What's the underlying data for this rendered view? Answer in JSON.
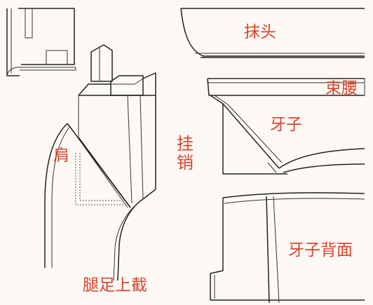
{
  "labels": {
    "jian": "肩",
    "guaxiao": "挂销",
    "tuizu_shangjie": "腿足上截",
    "motou": "抹头",
    "shuyao": "束腰",
    "yazi": "牙子",
    "yazi_beimian": "牙子背面"
  },
  "colors": {
    "label": "#d6452e",
    "line": "#222222",
    "background": "#fcf9f4"
  }
}
